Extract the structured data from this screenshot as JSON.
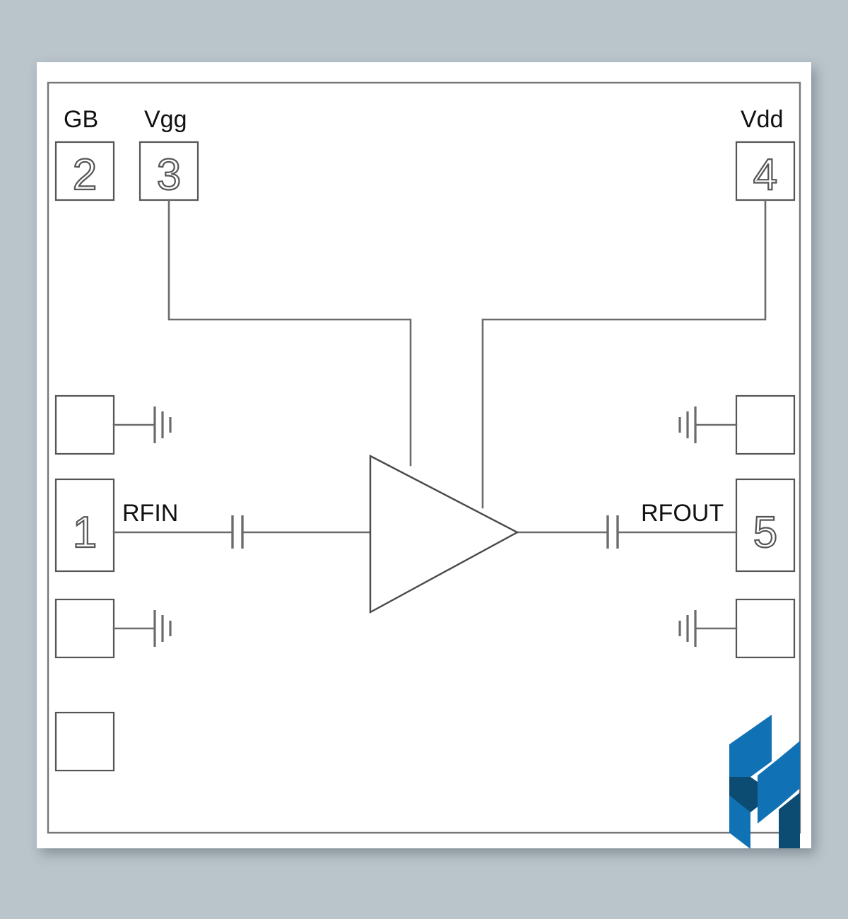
{
  "page": {
    "background_color": "#bac4cb",
    "card_color": "#ffffff",
    "title": "RF Amplifier Die Pad Diagram"
  },
  "colors": {
    "line": "#6b6b6b",
    "frame": "#777777",
    "pad_stroke": "#555555",
    "text": "#111111",
    "logo_blue": "#1171b5",
    "logo_navy": "#0c4c73"
  },
  "labels": {
    "gb": "GB",
    "vgg": "Vgg",
    "vdd": "Vdd",
    "rfin": "RFIN",
    "rfout": "RFOUT"
  },
  "pads": {
    "top": [
      {
        "number": "2",
        "label": "GB",
        "connected": false
      },
      {
        "number": "3",
        "label": "Vgg",
        "connected": true
      },
      {
        "number": "4",
        "label": "Vdd",
        "connected": true
      }
    ],
    "left": [
      {
        "number": "",
        "label": "",
        "type": "ground"
      },
      {
        "number": "1",
        "label": "RFIN",
        "type": "signal"
      },
      {
        "number": "",
        "label": "",
        "type": "ground"
      },
      {
        "number": "",
        "label": "",
        "type": "unconnected"
      }
    ],
    "right": [
      {
        "number": "",
        "label": "",
        "type": "ground"
      },
      {
        "number": "5",
        "label": "RFOUT",
        "type": "signal"
      },
      {
        "number": "",
        "label": "",
        "type": "ground"
      }
    ]
  },
  "components": {
    "amplifier": "triangle-amplifier",
    "input_cap": "series-capacitor",
    "output_cap": "series-capacitor",
    "ground_symbols": 4
  },
  "logo": {
    "name": "company-logo",
    "colors": [
      "#1171b5",
      "#0c4c73"
    ]
  }
}
